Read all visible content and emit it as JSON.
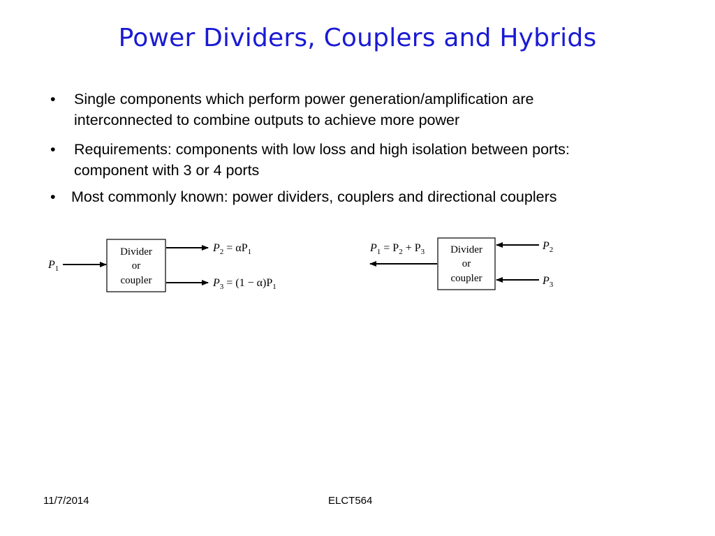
{
  "slide": {
    "title": "Power Dividers, Couplers and Hybrids",
    "bullets": [
      {
        "marker": "•",
        "lines": [
          "Single components which perform power generation/amplification are",
          "interconnected to combine outputs to achieve more power"
        ]
      },
      {
        "marker": "•",
        "lines": [
          "Requirements: components with low loss and high isolation between ports:",
          "component with 3 or 4 ports"
        ]
      },
      {
        "marker": "•",
        "lines": [
          "Most commonly known: power dividers, couplers and directional  couplers"
        ]
      }
    ]
  },
  "diagram_divider": {
    "box_lines": [
      "Divider",
      "or",
      "coupler"
    ],
    "input": {
      "P": "P",
      "sub": "1"
    },
    "out1": {
      "lhs": "P",
      "lhs_sub": "2",
      "eq": " = αP",
      "rhs_sub": "1"
    },
    "out2": {
      "lhs": "P",
      "lhs_sub": "3",
      "eq": " = (1 − α)P",
      "rhs_sub": "1"
    }
  },
  "diagram_combiner": {
    "box_lines": [
      "Divider",
      "or",
      "coupler"
    ],
    "output": {
      "a": "P",
      "a_sub": "1",
      "b": " = P",
      "b_sub": "2",
      "c": " + P",
      "c_sub": "3"
    },
    "in1": {
      "P": "P",
      "sub": "2"
    },
    "in2": {
      "P": "P",
      "sub": "3"
    }
  },
  "footer": {
    "date": "11/7/2014",
    "course": "ELCT564"
  },
  "colors": {
    "title": "#1a1ad4",
    "text": "#000000",
    "background": "#ffffff"
  }
}
